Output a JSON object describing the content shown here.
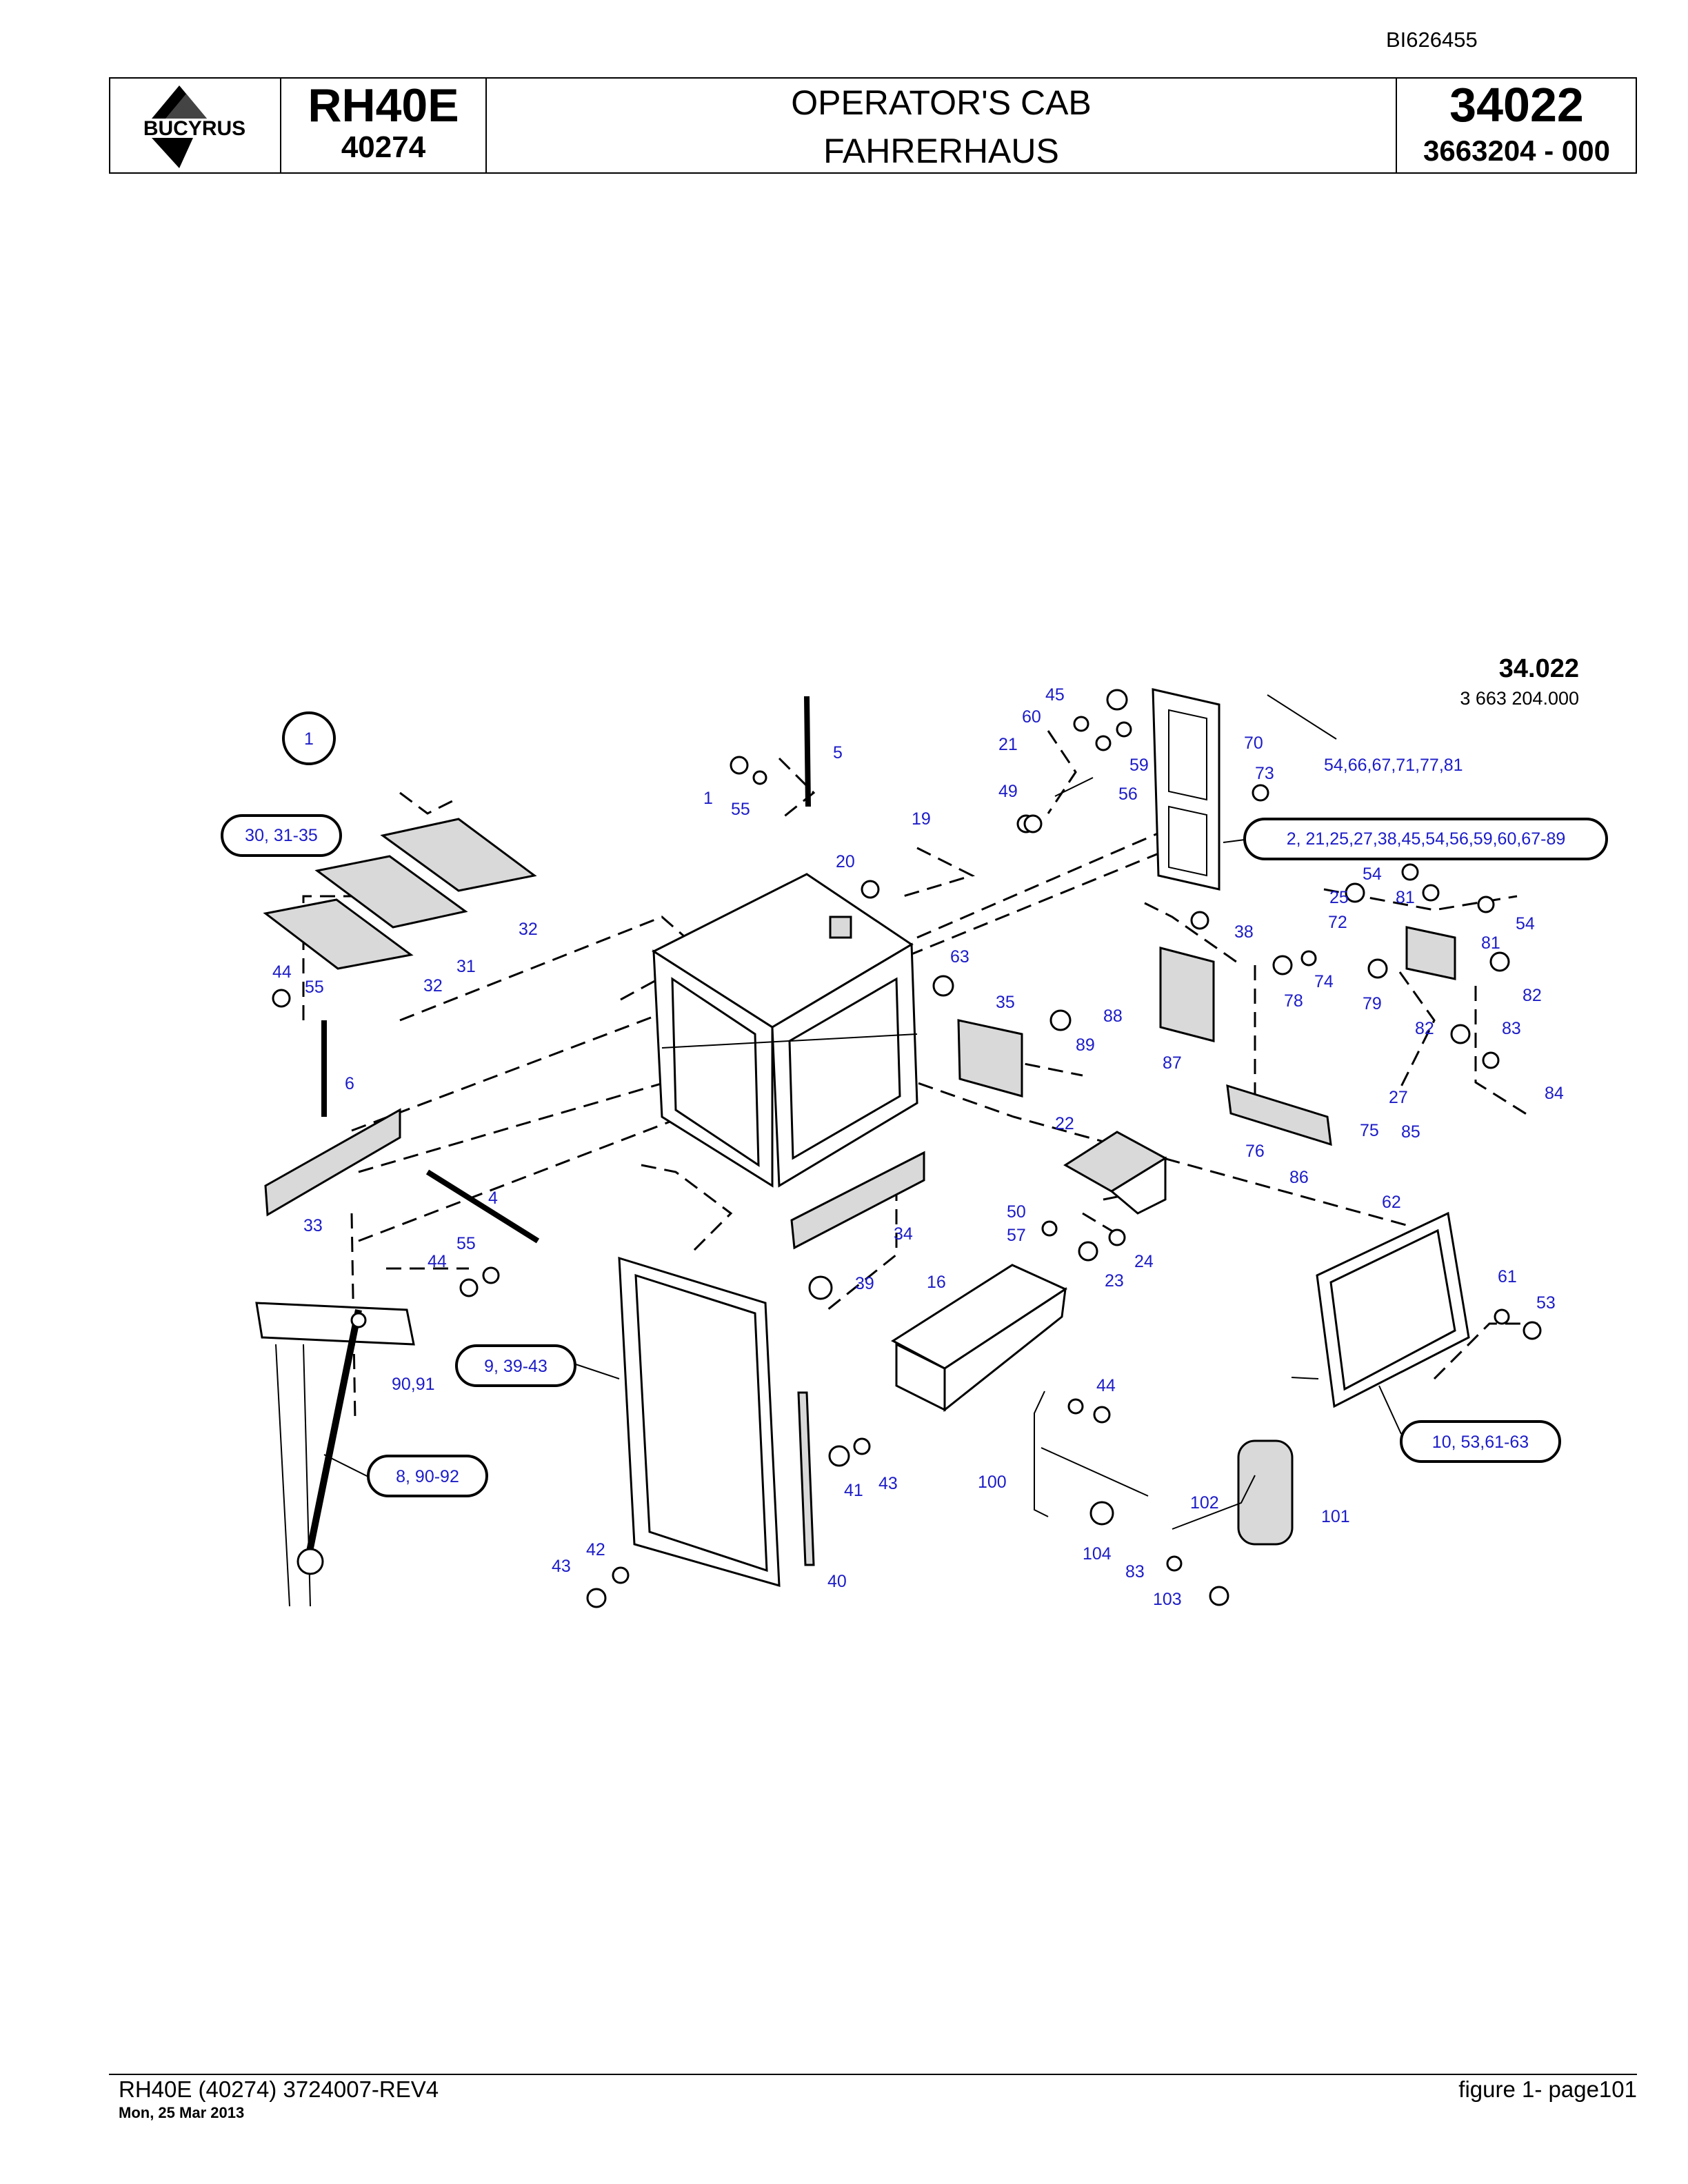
{
  "doc_id": "BI626455",
  "header": {
    "brand": "BUCYRUS",
    "model": "RH40E",
    "serial": "40274",
    "title_en": "OPERATOR'S CAB",
    "title_de": "FAHRERHAUS",
    "group_number": "34022",
    "part_number": "3663204 - 000"
  },
  "diagram": {
    "group_code": "34.022",
    "group_part_number": "3 663 204.000",
    "item_circle": "1",
    "callouts": [
      "30, 31-35",
      "2, 21,25,27,38,45,54,56,59,60,67-89",
      "9, 39-43",
      "8, 90-92",
      "10, 53,61-63"
    ],
    "plain_list": "54,66,67,71,77,81",
    "labels": [
      "1",
      "4",
      "5",
      "6",
      "16",
      "19",
      "20",
      "21",
      "22",
      "23",
      "24",
      "25",
      "27",
      "31",
      "32",
      "32",
      "33",
      "34",
      "35",
      "38",
      "39",
      "40",
      "41",
      "42",
      "43",
      "43",
      "44",
      "44",
      "44",
      "45",
      "49",
      "50",
      "53",
      "54",
      "54",
      "55",
      "55",
      "55",
      "56",
      "57",
      "59",
      "60",
      "61",
      "62",
      "63",
      "70",
      "72",
      "73",
      "74",
      "75",
      "76",
      "78",
      "79",
      "81",
      "81",
      "82",
      "82",
      "83",
      "83",
      "84",
      "85",
      "86",
      "87",
      "88",
      "89",
      "90,91",
      "100",
      "101",
      "102",
      "103",
      "104"
    ]
  },
  "footer": {
    "left": "RH40E (40274) 3724007-REV4",
    "date": "Mon, 25 Mar 2013",
    "right": "figure  1- page101"
  }
}
